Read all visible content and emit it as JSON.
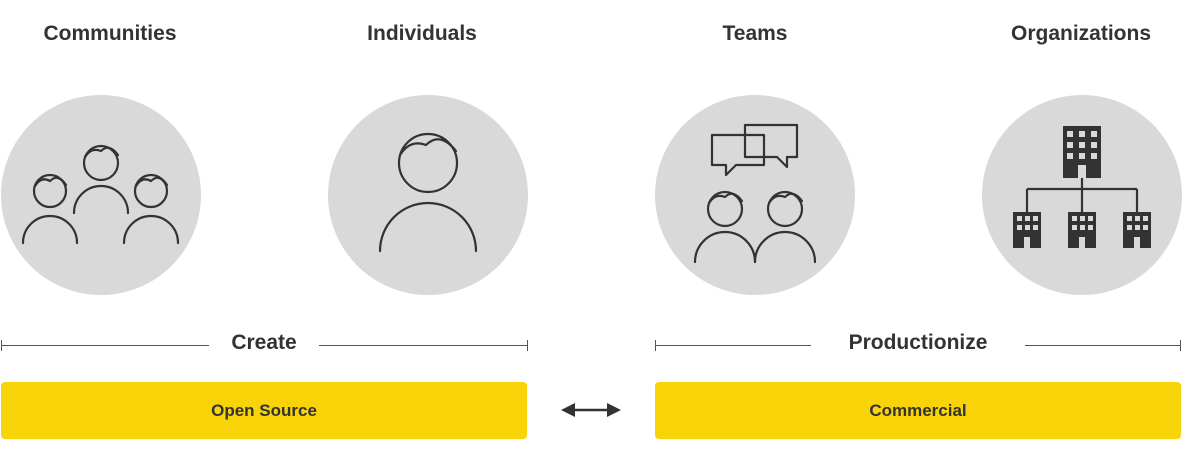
{
  "columns": [
    {
      "title": "Communities",
      "icon": "community-icon"
    },
    {
      "title": "Individuals",
      "icon": "person-icon"
    },
    {
      "title": "Teams",
      "icon": "team-chat-icon"
    },
    {
      "title": "Organizations",
      "icon": "org-chart-icon"
    }
  ],
  "stages": {
    "left_label": "Create",
    "right_label": "Productionize"
  },
  "bars": {
    "left_label": "Open Source",
    "right_label": "Commercial"
  },
  "colors": {
    "circle": "#d9d9da",
    "bar": "#f7d308",
    "text": "#333333",
    "icon_stroke": "#333333"
  },
  "connector_icon": "double-arrow-icon"
}
